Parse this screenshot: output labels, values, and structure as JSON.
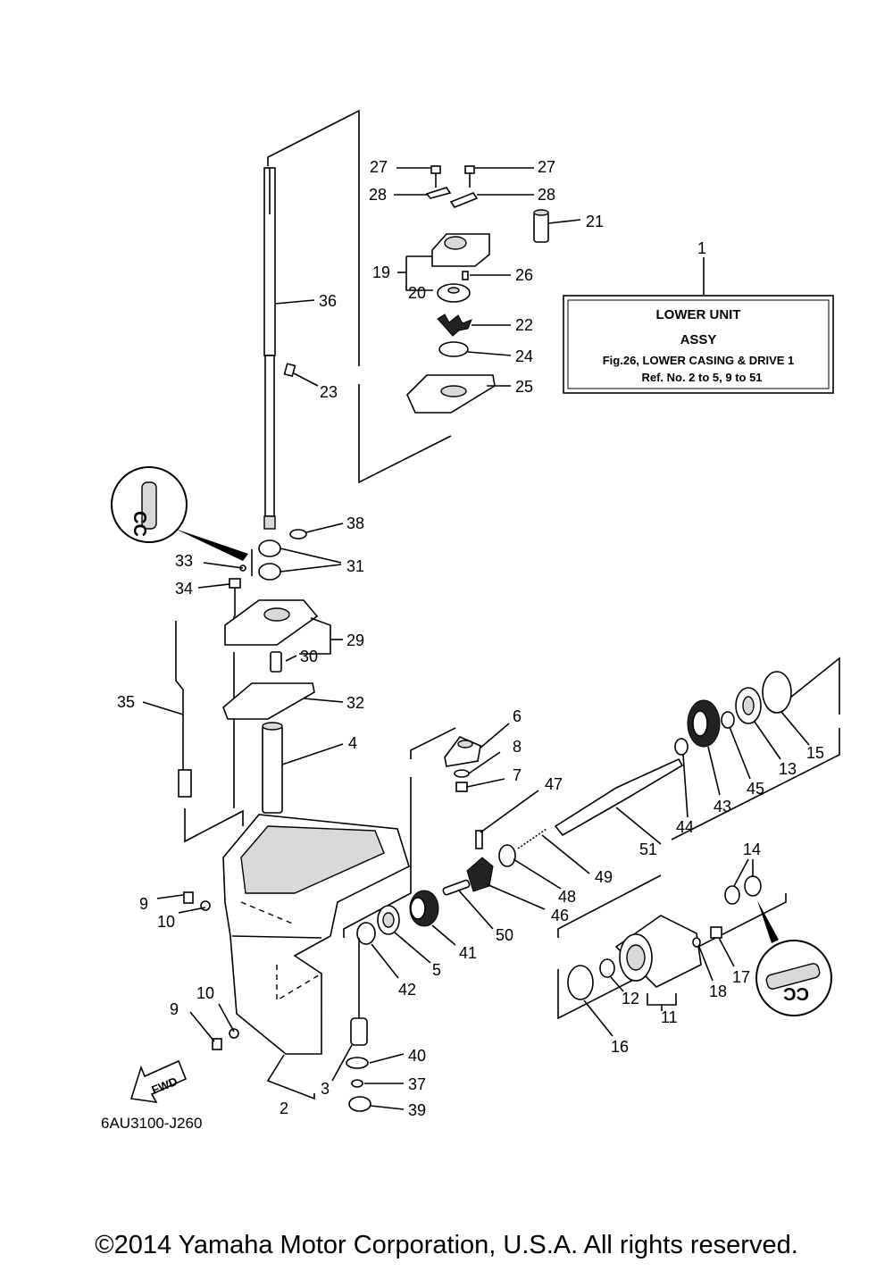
{
  "diagram_code": "6AU3100-J260",
  "copyright": "©2014 Yamaha Motor Corporation, U.S.A. All rights reserved.",
  "info_box": {
    "ref": "1",
    "line1": "LOWER UNIT",
    "line2": "ASSY",
    "line3": "Fig.26, LOWER CASING & DRIVE 1",
    "line4": "Ref. No. 2 to 5, 9 to 51"
  },
  "fwd_label": "FWD",
  "grease_symbol": "CC",
  "callouts": {
    "p2": "2",
    "p3": "3",
    "p4": "4",
    "p5": "5",
    "p6": "6",
    "p7": "7",
    "p8": "8",
    "p9a": "9",
    "p9b": "9",
    "p10a": "10",
    "p10b": "10",
    "p11": "11",
    "p12": "12",
    "p13": "13",
    "p14": "14",
    "p15": "15",
    "p16": "16",
    "p17": "17",
    "p18": "18",
    "p19": "19",
    "p20": "20",
    "p21": "21",
    "p22": "22",
    "p23": "23",
    "p24": "24",
    "p25": "25",
    "p26": "26",
    "p27a": "27",
    "p27b": "27",
    "p28a": "28",
    "p28b": "28",
    "p29": "29",
    "p30": "30",
    "p31": "31",
    "p32": "32",
    "p33": "33",
    "p34": "34",
    "p35": "35",
    "p36": "36",
    "p37": "37",
    "p38": "38",
    "p39": "39",
    "p40": "40",
    "p41": "41",
    "p42": "42",
    "p43": "43",
    "p44": "44",
    "p45": "45",
    "p46": "46",
    "p47": "47",
    "p48": "48",
    "p49": "49",
    "p50": "50",
    "p51": "51"
  }
}
